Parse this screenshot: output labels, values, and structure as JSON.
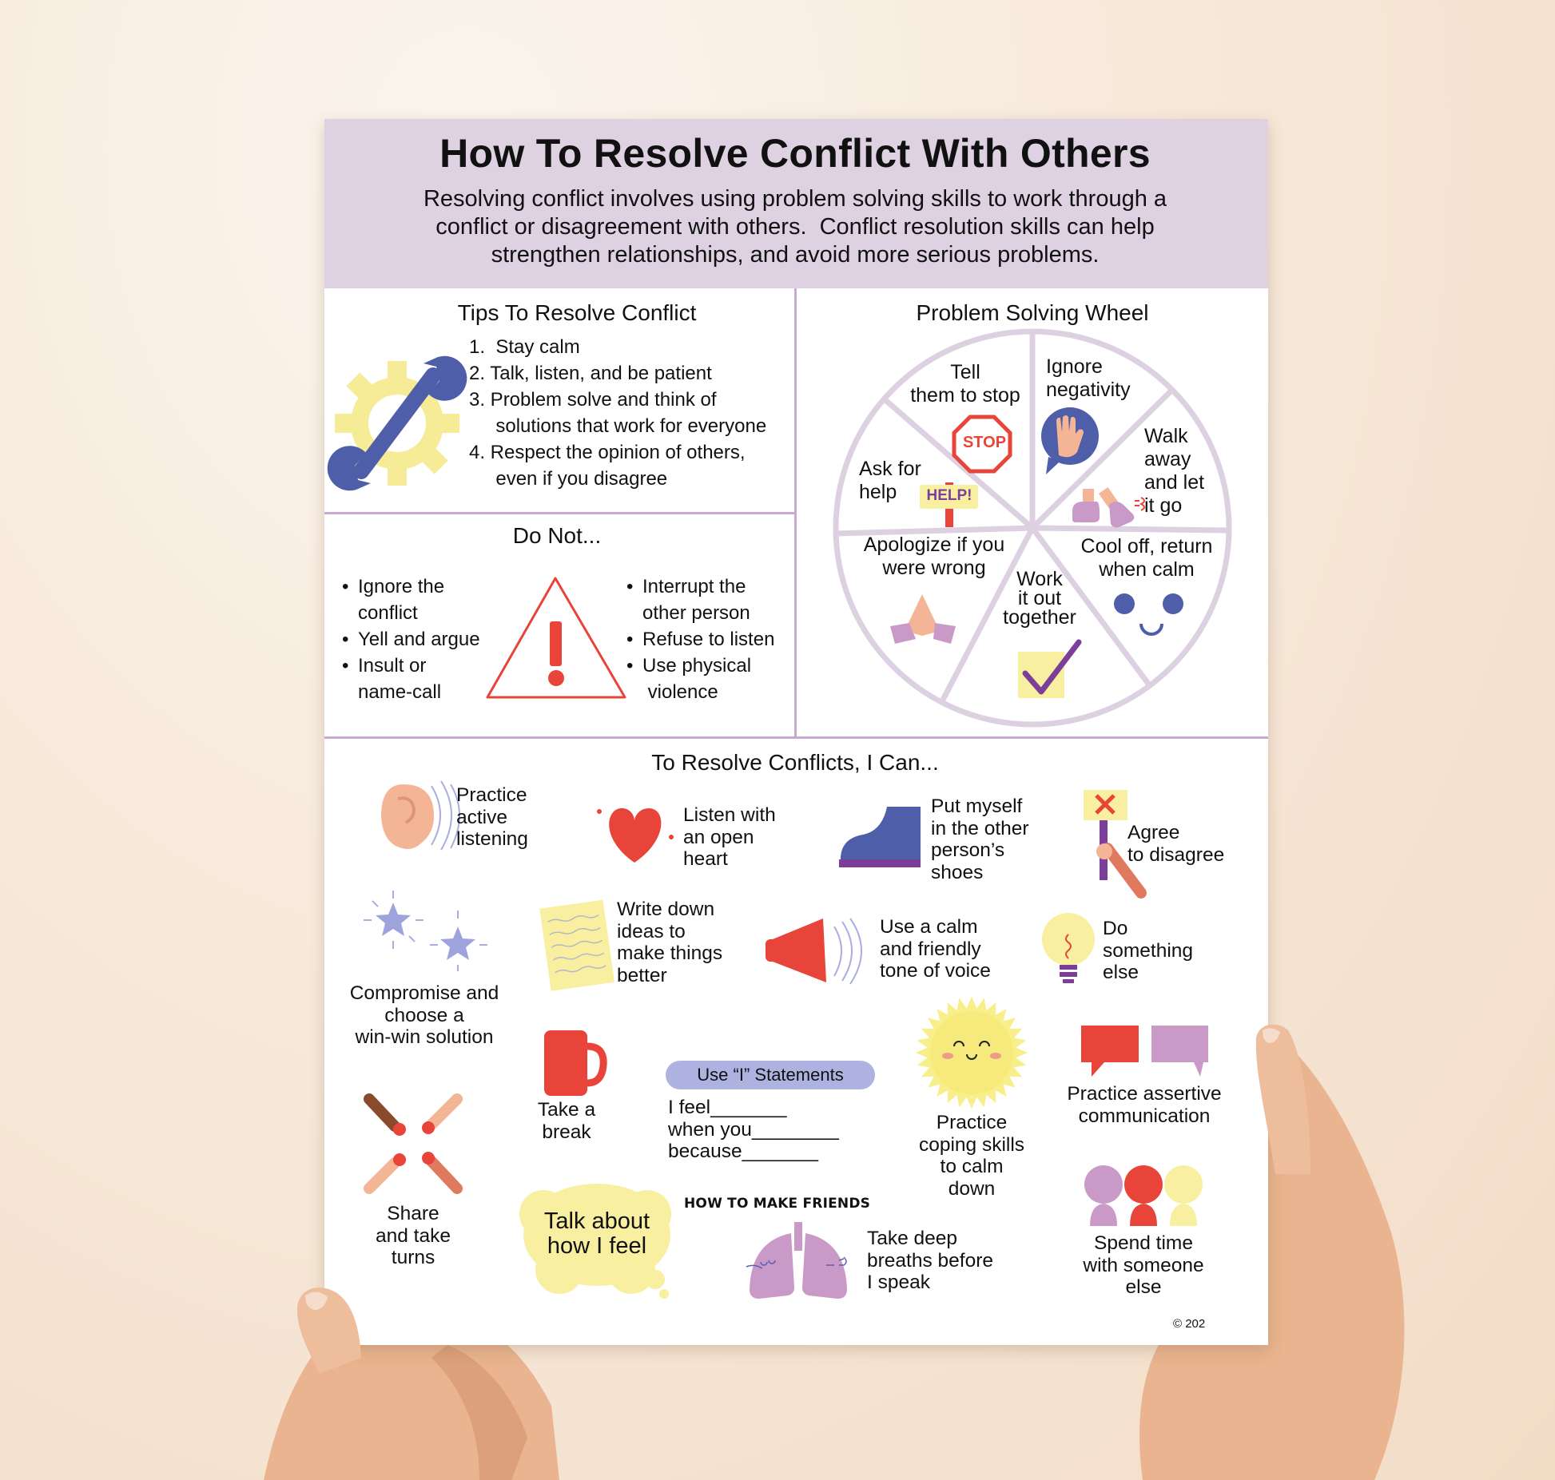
{
  "header": {
    "title": "How To Resolve Conflict With Others",
    "subtitle": "Resolving conflict involves using problem solving skills to work through a\nconflict or disagreement with others.  Conflict resolution skills can help\nstrengthen relationships, and avoid more serious problems."
  },
  "tips": {
    "title": "Tips To Resolve Conflict",
    "icon": "wrench-gear-icon",
    "items": [
      "1.  Stay calm",
      "2. Talk, listen, and be patient",
      "3. Problem solve and think of\n     solutions that work for everyone",
      "4. Respect the opinion of others,\n     even if you disagree"
    ]
  },
  "do_not": {
    "title": "Do Not...",
    "icon": "warning-triangle-icon",
    "left": [
      "Ignore the\nconflict",
      "Yell and argue",
      "Insult or\nname-call"
    ],
    "right": [
      "Interrupt the\nother person",
      "Refuse to listen",
      "Use physical\n violence"
    ]
  },
  "wheel": {
    "title": "Problem Solving Wheel",
    "segments": [
      {
        "label": "Tell\nthem to stop",
        "icon": "stop-sign-icon",
        "icon_text": "STOP"
      },
      {
        "label": "Ignore\nnegativity",
        "icon": "raised-hand-bubble-icon"
      },
      {
        "label": "Walk\naway\nand let\nit go",
        "icon": "walking-feet-icon"
      },
      {
        "label": "Cool off, return\nwhen calm",
        "icon": "calm-face-icon"
      },
      {
        "label": "Work\nit out\ntogether",
        "icon": "checkbox-icon"
      },
      {
        "label": "Apologize if you\nwere wrong",
        "icon": "praying-hands-icon"
      },
      {
        "label": "Ask for\nhelp",
        "icon": "help-sign-icon",
        "icon_text": "HELP!"
      }
    ]
  },
  "ican": {
    "title": "To Resolve Conflicts, I Can...",
    "items": [
      {
        "text": "Practice\nactive\nlistening",
        "icon": "ear-icon"
      },
      {
        "text": "Listen with\nan open\nheart",
        "icon": "heart-icon"
      },
      {
        "text": "Put myself\nin the other\nperson’s\nshoes",
        "icon": "shoe-icon"
      },
      {
        "text": "Agree\nto disagree",
        "icon": "x-sign-icon"
      },
      {
        "text": "Compromise and\nchoose a\nwin-win solution",
        "icon": "stars-icon"
      },
      {
        "text": "Write down\nideas to\nmake things\nbetter",
        "icon": "notepad-icon"
      },
      {
        "text": "Use a calm\nand friendly\ntone of voice",
        "icon": "megaphone-icon"
      },
      {
        "text": "Do\nsomething\nelse",
        "icon": "lightbulb-icon"
      },
      {
        "text": "Take a\nbreak",
        "icon": "mug-icon"
      },
      {
        "text": "I feel_______\nwhen you________\nbecause_______",
        "icon": "",
        "badge": "Use “I” Statements"
      },
      {
        "text": "Practice\ncoping skills\nto calm\ndown",
        "icon": "smiling-sun-icon"
      },
      {
        "text": "Practice assertive\ncommunication",
        "icon": "speech-bubbles-icon"
      },
      {
        "text": "Share\nand take\nturns",
        "icon": "hands-hearts-icon"
      },
      {
        "text": "Talk about\nhow I feel",
        "icon": "thought-bubble-icon"
      },
      {
        "text": "Take deep\nbreaths before\nI speak",
        "icon": "lungs-icon"
      },
      {
        "text": "Spend time\nwith someone\nelse",
        "icon": "people-icon"
      }
    ],
    "stamp": "HOW TO MAKE FRIENDS",
    "copyright": "© 202"
  },
  "colors": {
    "header_bg": "#ddd1e2",
    "divider": "#c9a9d0",
    "red": "#e8443a",
    "blue": "#4f5ea8",
    "yellow": "#f8f0a0",
    "lavender": "#c99ac7",
    "purple": "#7b3f99"
  }
}
